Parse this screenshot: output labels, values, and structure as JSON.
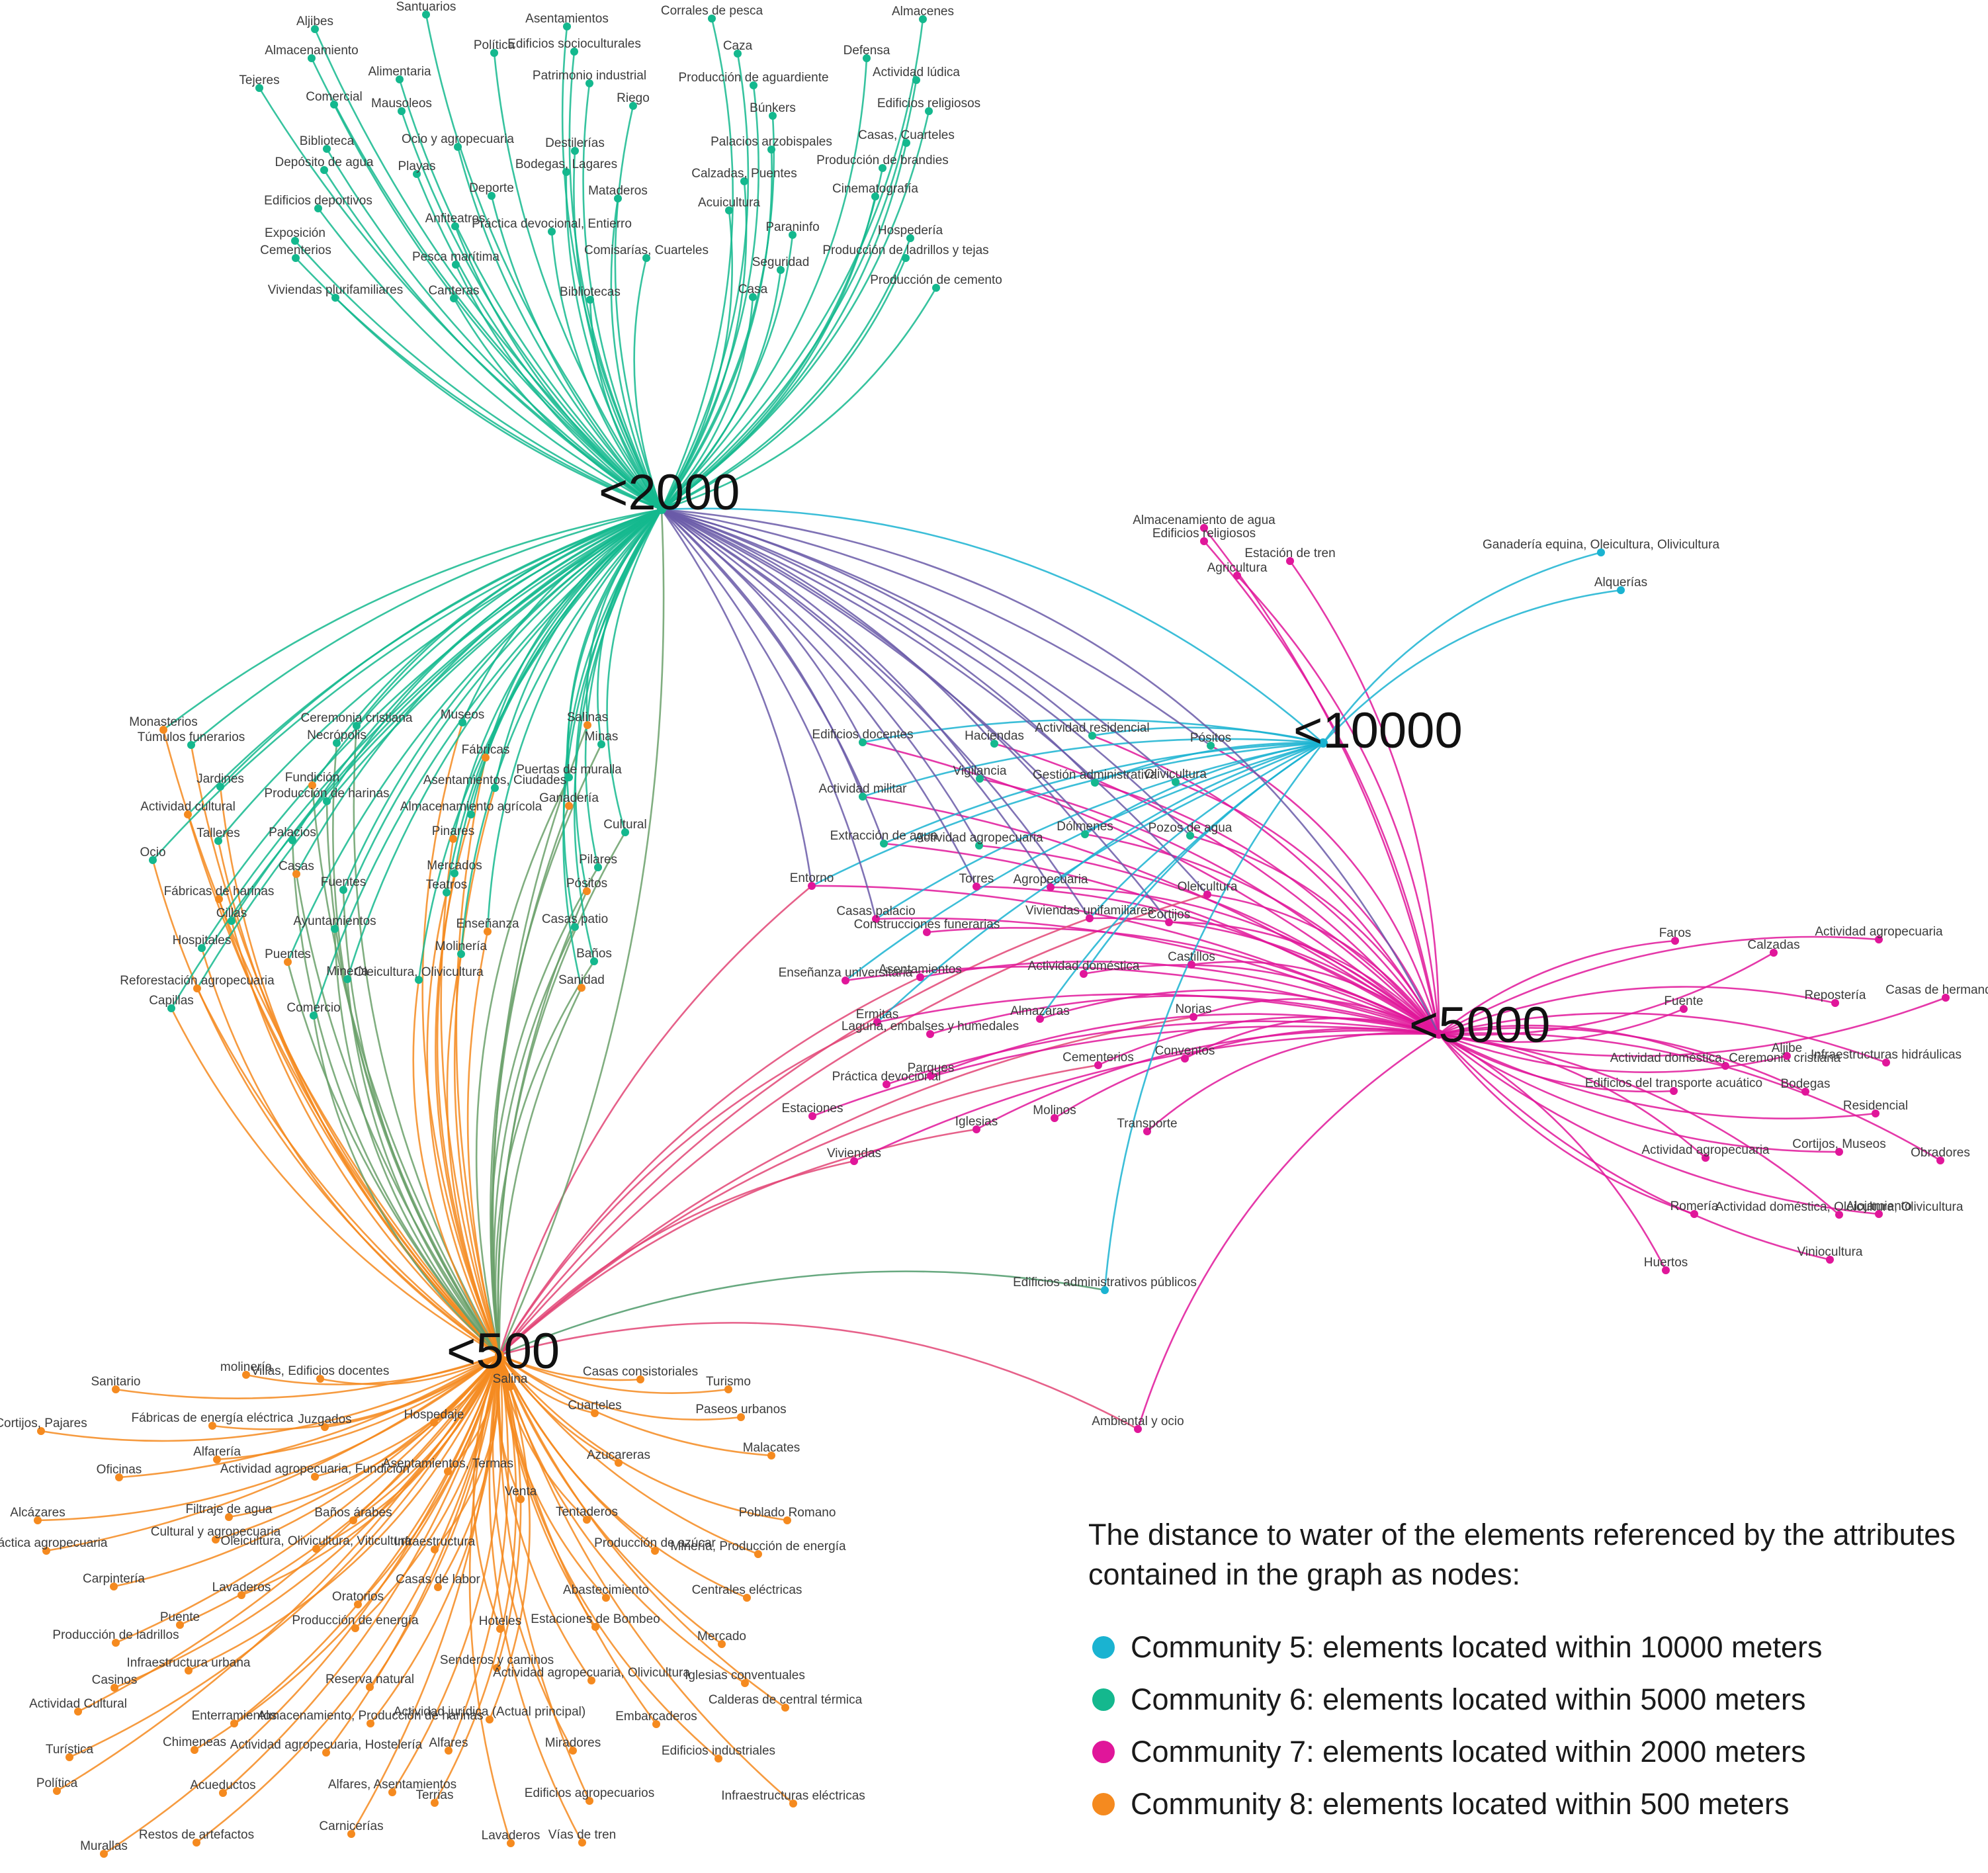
{
  "colors": {
    "c5": "#1ab3d1",
    "c6": "#14b88e",
    "c7": "#e0169a",
    "c8": "#f58a1f",
    "purple": "#6a5ba8",
    "olive": "#6aa06a",
    "rose": "#e24576",
    "darkGreen": "#4e9a6a"
  },
  "hubs": [
    {
      "id": "h2000",
      "label": "<2000"
    },
    {
      "id": "h10000",
      "label": "<10000"
    },
    {
      "id": "h5000",
      "label": "<5000"
    },
    {
      "id": "h500",
      "label": "<500"
    }
  ],
  "legend": {
    "title": "The distance to water of the elements referenced by the attributes contained in the graph as nodes:",
    "items": [
      {
        "color": "#1ab3d1",
        "label": "Community 5: elements located within 10000 meters"
      },
      {
        "color": "#14b88e",
        "label": "Community 6: elements located within 5000 meters"
      },
      {
        "color": "#e0169a",
        "label": "Community 7: elements located within 2000 meters"
      },
      {
        "color": "#f58a1f",
        "label": "Community 8: elements located within 500 meters"
      }
    ]
  },
  "nodes": {
    "top_cluster": [
      "Aljibes",
      "Santuarios",
      "Asentamientos",
      "Corrales de pesca",
      "Almacenes",
      "Almacenamiento",
      "Política",
      "Edificios socioculturales",
      "Caza",
      "Defensa",
      "Tejeres",
      "Alimentaria",
      "Patrimonio industrial",
      "Producción de aguardiente",
      "Actividad lúdica",
      "Comercial",
      "Mausoleos",
      "Riego",
      "Búnkers",
      "Edificios religiosos",
      "Biblioteca",
      "Ocio y agropecuaria",
      "Destilerías",
      "Palacios arzobispales",
      "Casas, Cuarteles",
      "Depósito de agua",
      "Playas",
      "Bodegas, Lagares",
      "Calzadas, Puentes",
      "Producción de brandies",
      "Edificios deportivos",
      "Deporte",
      "Mataderos",
      "Acuicultura",
      "Cinematografía",
      "Exposición",
      "Anfiteatros",
      "Práctica devocional, Entierro",
      "Paraninfo",
      "Hospedería",
      "Cementerios",
      "Pesca marítima",
      "Comisarías, Cuarteles",
      "Seguridad",
      "Producción de ladrillos y tejas",
      "Viviendas plurifamiliares",
      "Canteras",
      "Bibliotecas",
      "Casa",
      "Producción de cemento"
    ],
    "left_cluster": [
      "Monasterios",
      "Ceremonia cristiana",
      "Museos",
      "Salinas",
      "Túmulos funerarios",
      "Necrópolis",
      "Fábricas",
      "Minas",
      "Jardines",
      "Fundición",
      "Asentamientos, Ciudades",
      "Puertas de muralla",
      "Actividad cultural",
      "Producción de harinas",
      "Almacenamiento agrícola",
      "Ganadería",
      "Talleres",
      "Palacios",
      "Pinares",
      "Cultural",
      "Ocio",
      "Casas",
      "Mercados",
      "Pilares",
      "Fábricas de harinas",
      "Fuentes",
      "Teatros",
      "Pósitos",
      "Cillas",
      "Ayuntamientos",
      "Enseñanza",
      "Casas patio",
      "Hospitales",
      "Puentes",
      "Molinería",
      "Baños",
      "Reforestación agropecuaria",
      "Minería",
      "Oleicultura, Olivicultura",
      "Sanidad",
      "Capillas",
      "Comercio"
    ],
    "center_cluster": [
      "Edificios docentes",
      "Haciendas",
      "Actividad residencial",
      "Pósitos",
      "Actividad militar",
      "Vigilancia",
      "Gestión administrativa",
      "Olivicultura",
      "Extracción de agua",
      "Actividad agropecuaria",
      "Dólmenes",
      "Pozos de agua",
      "Entorno",
      "Torres",
      "Agropecuaria",
      "Oleicultura",
      "Casas palacio",
      "Construcciones funerarias",
      "Viviendas unifamiliares",
      "Cortijos",
      "Enseñanza universitaria",
      "Asentamientos",
      "Actividad doméstica",
      "Castillos",
      "Ermitas",
      "Laguna, embalses y humedales",
      "Almazaras",
      "Norias",
      "Práctica devocional",
      "Parques",
      "Cementerios",
      "Conventos",
      "Estaciones",
      "Iglesias",
      "Molinos",
      "Transporte",
      "Viviendas"
    ],
    "upper_right": [
      "Almacenamiento de agua",
      "Edificios religiosos",
      "Estación de tren",
      "Agricultura",
      "Ganadería equina, Oleicultura, Olivicultura",
      "Alquerías"
    ],
    "right_cluster": [
      "Faros",
      "Calzadas",
      "Actividad agropecuaria",
      "Fuente",
      "Repostería",
      "Casas de hermandad",
      "Actividad doméstica, Ceremonia cristiana",
      "Aljibe",
      "Infraestructuras hidráulicas",
      "Edificios del transporte acuático",
      "Bodegas",
      "Residencial",
      "Actividad agropecuaria",
      "Cortijos, Museos",
      "Obradores",
      "Romería",
      "Actividad doméstica, Oleicultura, Olivicultura",
      "Alojamiento",
      "Huertos",
      "Viniocultura"
    ],
    "misc": [
      "Edificios administrativos públicos",
      "Ambiental y ocio"
    ],
    "bottom_cluster": [
      "Sanitario",
      "molinería",
      "Villas, Edificios docentes",
      "Salina",
      "Casas consistoriales",
      "Turismo",
      "Cortijos, Pajares",
      "Fábricas de energía eléctrica",
      "Juzgados",
      "Hospedaje",
      "Cuarteles",
      "Paseos urbanos",
      "Oficinas",
      "Alfarería",
      "Actividad agropecuaria, Fundición",
      "Asentamientos, Termas",
      "Azucareras",
      "Malacates",
      "Alcázares",
      "Filtraje de agua",
      "Baños árabes",
      "Venta",
      "Tentaderos",
      "Poblado Romano",
      "Práctica agropecuaria",
      "Cultural y agropecuaria",
      "Oleicultura, Olivicultura, Viticultura",
      "Infraestructura",
      "Producción de azúcar",
      "Minería, Producción de energía",
      "Carpintería",
      "Lavaderos",
      "Oratorios",
      "Casas de labor",
      "Abastecimiento",
      "Centrales eléctricas",
      "Producción de ladrillos",
      "Puente",
      "Producción de energía",
      "Hoteles",
      "Estaciones de Bombeo",
      "Mercado",
      "Casinos",
      "Infraestructura urbana",
      "Reserva natural",
      "Senderos y caminos",
      "Actividad agropecuaria, Olivicultura",
      "Iglesias conventuales",
      "Actividad Cultural",
      "Enterramientos",
      "Almacenamiento, Producción de harinas",
      "Actividad jurídica (Actual principal)",
      "Embarcaderos",
      "Calderas de central térmica",
      "Turística",
      "Chimeneas",
      "Actividad agropecuaria, Hostelería",
      "Alfares",
      "Miradores",
      "Edificios industriales",
      "Política",
      "Acueductos",
      "Alfares, Asentamientos",
      "Terrias",
      "Edificios agropecuarios",
      "Infraestructuras eléctricas",
      "Murallas",
      "Restos de artefactos",
      "Carnicerías",
      "Lavaderos",
      "Vías de tren"
    ]
  }
}
